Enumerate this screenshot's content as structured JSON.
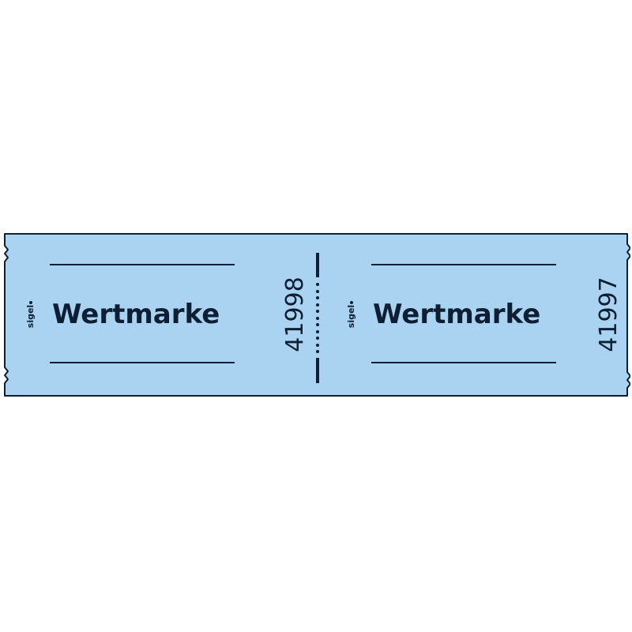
{
  "strip": {
    "fill_color": "#a9d3f0",
    "ink_color": "#0f1f33"
  },
  "tickets": [
    {
      "brand": "sigel",
      "title": "Wertmarke",
      "serial": "41998"
    },
    {
      "brand": "sigel",
      "title": "Wertmarke",
      "serial": "41997"
    }
  ]
}
